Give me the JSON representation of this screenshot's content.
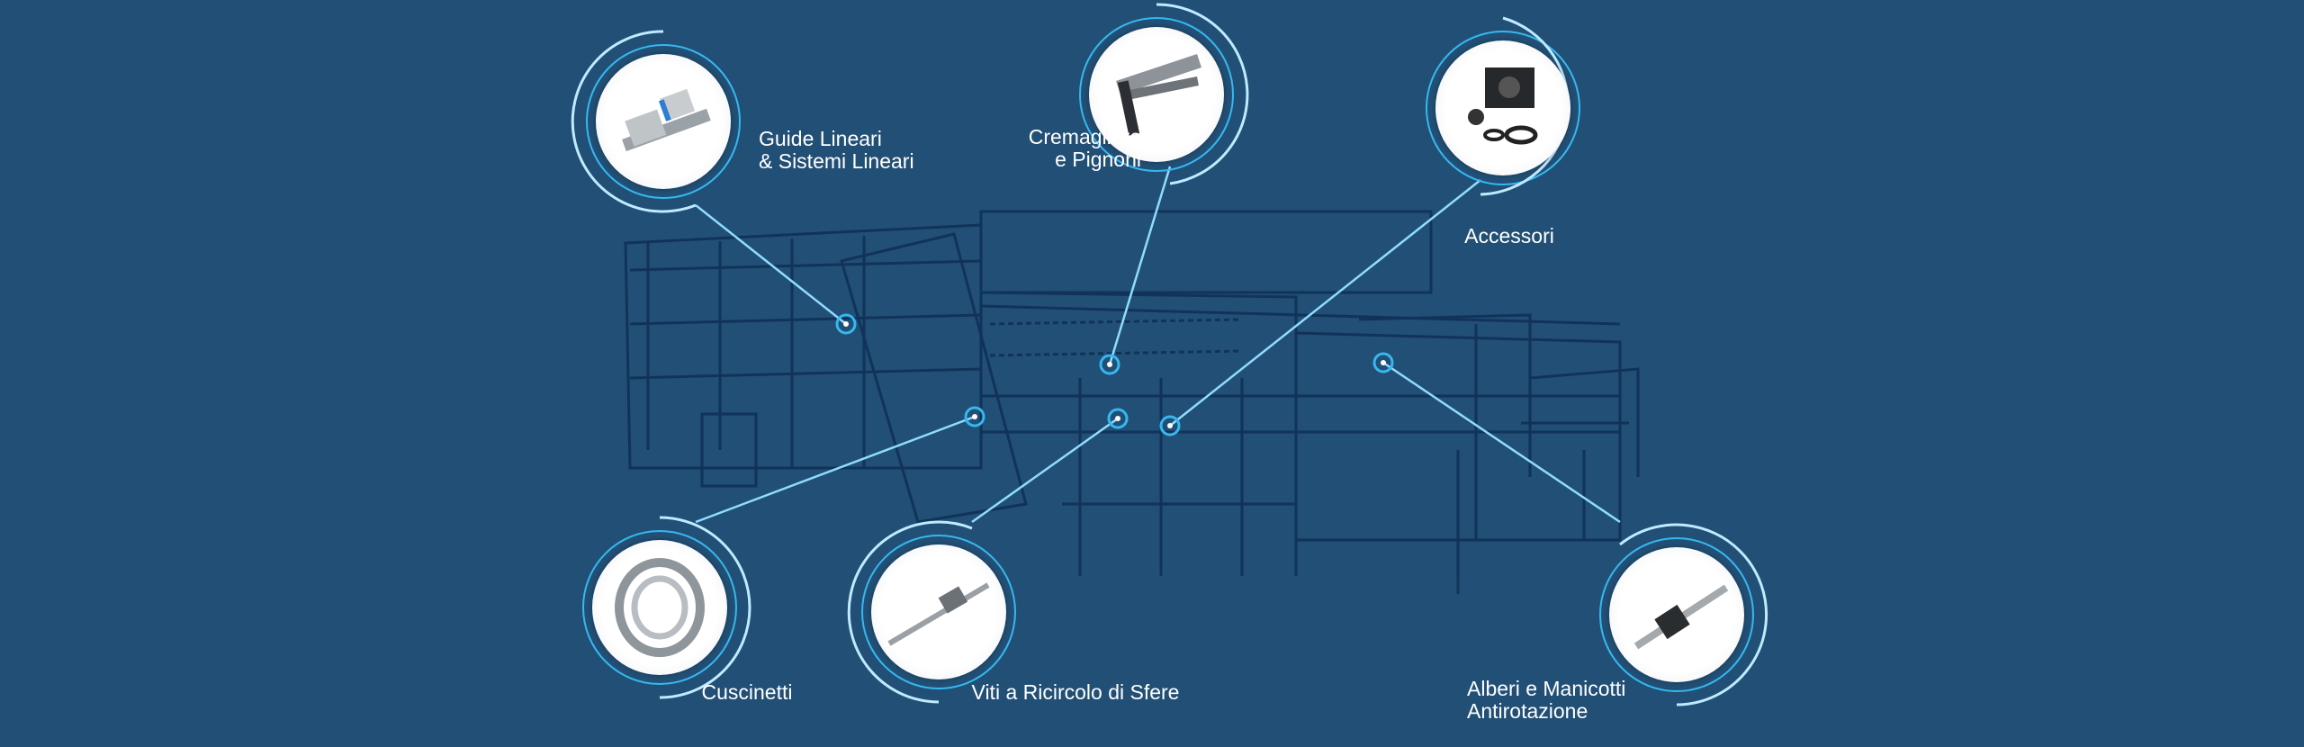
{
  "colors": {
    "background": "#224f75",
    "accent": "#35b8f0",
    "machine": "#0f2f55"
  },
  "products": [
    {
      "label_lines": [
        "Guide Lineari",
        "& Sistemi Lineari"
      ],
      "icon": "linear-guide-icon"
    },
    {
      "label_lines": [
        "Cremagliere",
        "e Pignoni"
      ],
      "icon": "rack-pinion-icon"
    },
    {
      "label_lines": [
        "Accessori"
      ],
      "icon": "bearing-block-icon"
    },
    {
      "label_lines": [
        "Cuscinetti"
      ],
      "icon": "ball-bearing-icon"
    },
    {
      "label_lines": [
        "Viti a Ricircolo di Sfere"
      ],
      "icon": "ball-screw-icon"
    },
    {
      "label_lines": [
        "Alberi e Manicotti",
        "Antirotazione"
      ],
      "icon": "spline-shaft-icon"
    }
  ]
}
